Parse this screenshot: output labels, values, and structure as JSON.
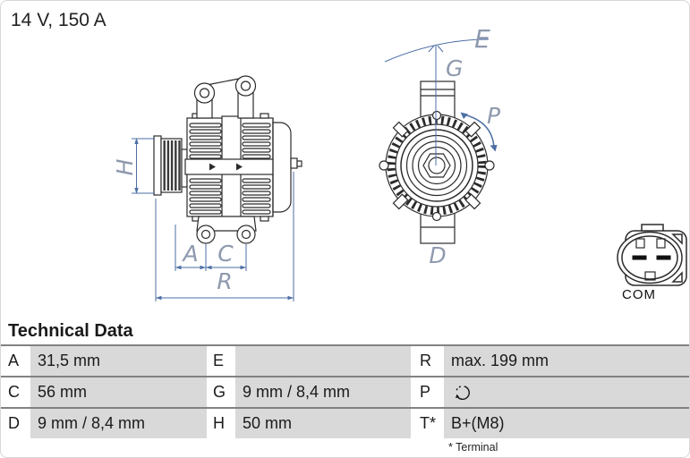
{
  "header": {
    "spec": "14 V, 150 A"
  },
  "diagram": {
    "labels": {
      "H": "H",
      "A": "A",
      "C": "C",
      "R": "R",
      "E": "E",
      "G": "G",
      "P": "P",
      "D": "D"
    },
    "connector_label": "COM",
    "colors": {
      "line": "#2b2b2b",
      "dimension_line": "#4d6fa5",
      "dimension_label": "#8e99ae"
    }
  },
  "table": {
    "title": "Technical Data",
    "rows": [
      [
        {
          "k": "A",
          "v": "31,5 mm"
        },
        {
          "k": "E",
          "v": ""
        },
        {
          "k": "R",
          "v": "max. 199 mm"
        }
      ],
      [
        {
          "k": "C",
          "v": "56 mm"
        },
        {
          "k": "G",
          "v": "9 mm / 8,4 mm"
        },
        {
          "k": "P",
          "v": "",
          "icon": "rotation-direction"
        }
      ],
      [
        {
          "k": "D",
          "v": "9 mm / 8,4 mm"
        },
        {
          "k": "H",
          "v": "50 mm"
        },
        {
          "k": "T*",
          "v": "B+(M8)"
        }
      ]
    ],
    "footnote": "* Terminal",
    "colors": {
      "value_cell_bg": "#d9d9d9",
      "row_border": "#828282"
    }
  }
}
